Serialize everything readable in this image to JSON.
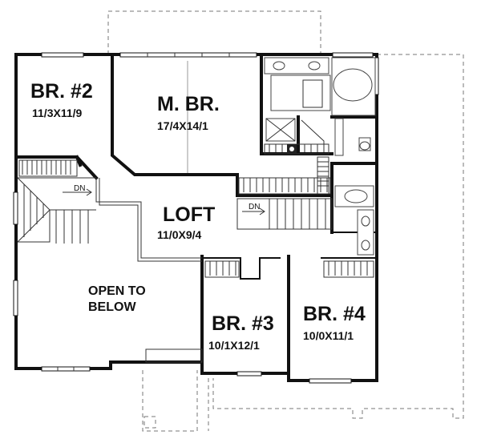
{
  "rooms": {
    "br2": {
      "name": "BR. #2",
      "dims": "11/3X11/9"
    },
    "mbr": {
      "name": "M. BR.",
      "dims": "17/4X14/1"
    },
    "loft": {
      "name": "LOFT",
      "dims": "11/0X9/4"
    },
    "br3": {
      "name": "BR. #3",
      "dims": "10/1X12/1"
    },
    "br4": {
      "name": "BR. #4",
      "dims": "10/0X11/1"
    },
    "open": {
      "line1": "OPEN TO",
      "line2": "BELOW"
    }
  },
  "stairs": {
    "left_label": "DN",
    "loft_label": "DN"
  }
}
